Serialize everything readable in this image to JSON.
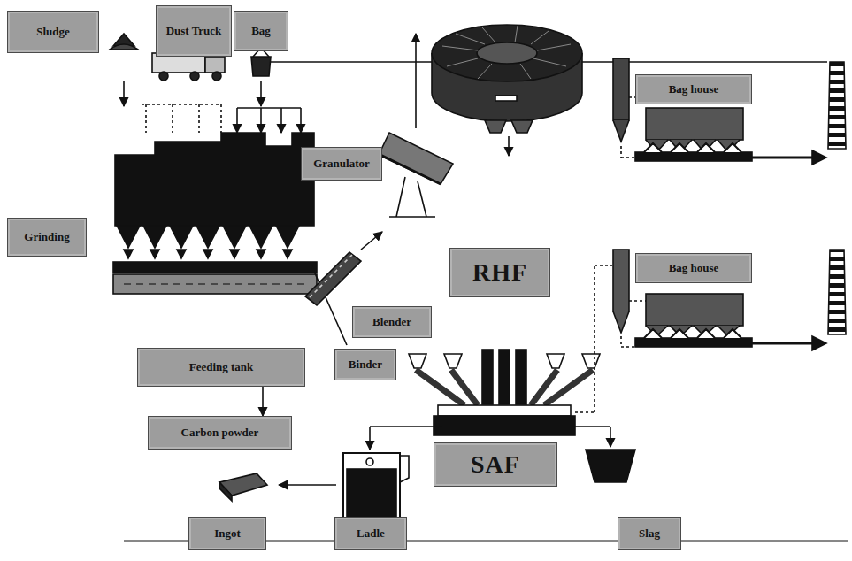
{
  "diagram": {
    "nodes": [
      {
        "text": [
          "Sludge"
        ]
      },
      {
        "text": [
          "Dust Truck"
        ]
      },
      {
        "text": [
          "Bag"
        ]
      },
      {
        "text": [
          "Bag house"
        ]
      },
      {
        "text": [
          "Grinding"
        ]
      },
      {
        "text": [
          "Granulator"
        ]
      },
      {
        "text": [
          "RHF"
        ]
      },
      {
        "text": [
          "Bag house"
        ]
      },
      {
        "text": [
          "Blender"
        ]
      },
      {
        "text": [
          "Feeding tank"
        ]
      },
      {
        "text": [
          "Binder"
        ]
      },
      {
        "text": [
          "Carbon powder"
        ]
      },
      {
        "text": [
          "SAF"
        ]
      },
      {
        "text": [
          "Ingot"
        ]
      },
      {
        "text": [
          "Ladle"
        ]
      },
      {
        "text": [
          "Slag"
        ]
      }
    ],
    "edges": [
      {
        "from": 9,
        "to": 11,
        "arrow": "to"
      }
    ]
  }
}
